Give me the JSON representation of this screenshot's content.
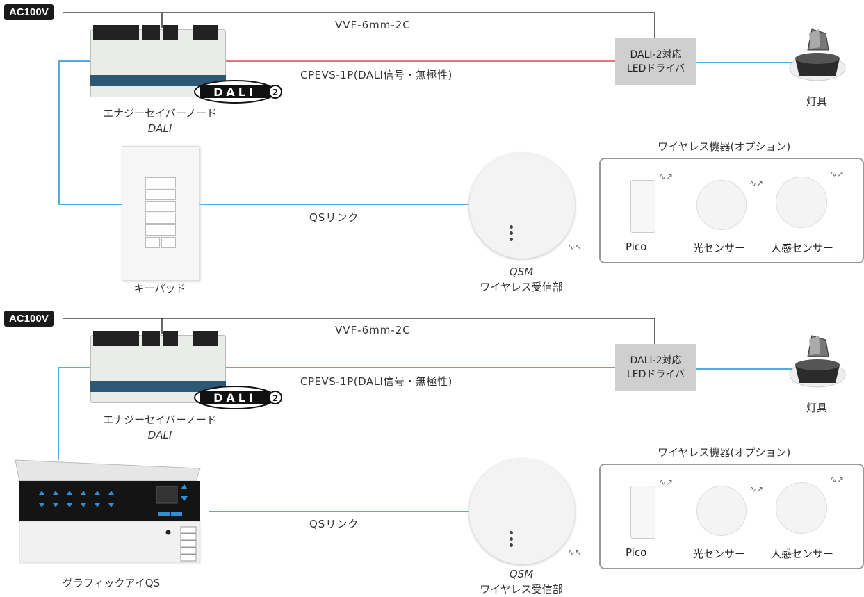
{
  "sections": [
    {
      "ac_label": "AC100V",
      "power_cable": "VVF-6mm-2C",
      "dali_cable": "CPEVS-1P(DALI信号・無極性)",
      "node_caption_line1": "エナジーセイバーノード",
      "node_caption_line2": "DALI",
      "driver_line1": "DALI-2対応",
      "driver_line2": "LEDドライバ",
      "lamp_caption": "灯具",
      "control_caption": "キーパッド",
      "qs_link": "QSリンク",
      "qsm_line1": "QSM",
      "qsm_line2": "ワイヤレス受信部",
      "wireless_title": "ワイヤレス機器(オプション)",
      "devices": [
        "Pico",
        "光センサー",
        "人感センサー"
      ]
    },
    {
      "ac_label": "AC100V",
      "power_cable": "VVF-6mm-2C",
      "dali_cable": "CPEVS-1P(DALI信号・無極性)",
      "node_caption_line1": "エナジーセイバーノード",
      "node_caption_line2": "DALI",
      "driver_line1": "DALI-2対応",
      "driver_line2": "LEDドライバ",
      "lamp_caption": "灯具",
      "control_caption": "グラフィックアイQS",
      "qs_link": "QSリンク",
      "qsm_line1": "QSM",
      "qsm_line2": "ワイヤレス受信部",
      "wireless_title": "ワイヤレス機器(オプション)",
      "devices": [
        "Pico",
        "光センサー",
        "人感センサー"
      ]
    }
  ],
  "colors": {
    "power_wire": "#1a1a1a",
    "dali_wire": "#d8202c",
    "qs_wire": "#1f8fd1",
    "driver_box": "#cfcfcf"
  },
  "logo_text": "DALI"
}
